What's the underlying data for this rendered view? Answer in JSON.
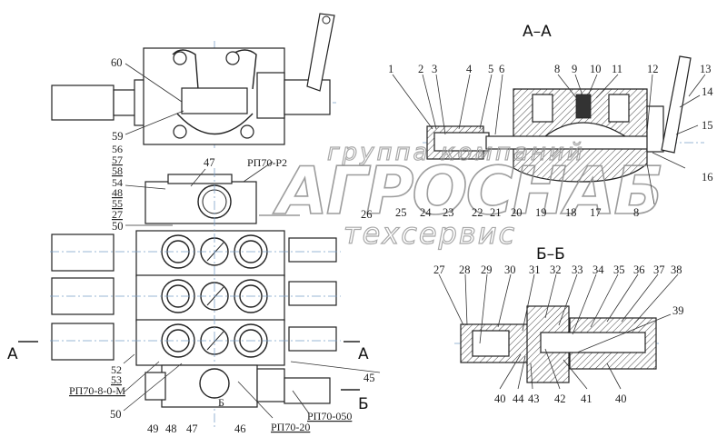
{
  "drawing": {
    "subject": "Hydraulic distributor (RP70) assembly drawing",
    "colors": {
      "line": "#222222",
      "centerline": "#7aa0c8",
      "watermark": "#9a9a9a",
      "background": "#ffffff"
    }
  },
  "sections": {
    "aa_title": "А–А",
    "bb_title": "Б–Б",
    "cut_a_left": "А",
    "cut_a_right": "А",
    "cut_b_left": "Б",
    "cut_b_right": "Б"
  },
  "watermark": {
    "line1": "группа компаний",
    "line2": "АГРОСНАБ",
    "line3": "техсервис"
  },
  "top_view_labels": {
    "l60": "60",
    "l59": "59",
    "l56": "56",
    "l57": "57",
    "l58": "58",
    "l54": "54",
    "l48": "48",
    "l55": "55",
    "l27": "27",
    "l47": "47",
    "rp_p2": "РП70-Р2",
    "l50": "50",
    "l26": "26"
  },
  "front_view_labels": {
    "l52": "52",
    "l53": "53",
    "rp_8": "РП70-8-0-М",
    "l50b": "50",
    "l49": "49",
    "l48b": "48",
    "l47b": "47",
    "l46": "46",
    "rp_20": "РП70-20",
    "rp_050": "РП70-050",
    "l45": "45"
  },
  "aa_labels": {
    "top": [
      "1",
      "2",
      "3",
      "4",
      "5",
      "6",
      "8",
      "9",
      "10",
      "11",
      "12",
      "13"
    ],
    "right": [
      "14",
      "15",
      "16"
    ],
    "bottom": [
      "25",
      "24",
      "23",
      "22",
      "21",
      "20",
      "19",
      "18",
      "17",
      "8"
    ]
  },
  "bb_labels": {
    "top": [
      "27",
      "28",
      "29",
      "30",
      "31",
      "32",
      "33",
      "34",
      "35",
      "36",
      "37",
      "38"
    ],
    "right": [
      "39"
    ],
    "bottom": [
      "40",
      "44",
      "43",
      "42",
      "41",
      "40"
    ]
  }
}
